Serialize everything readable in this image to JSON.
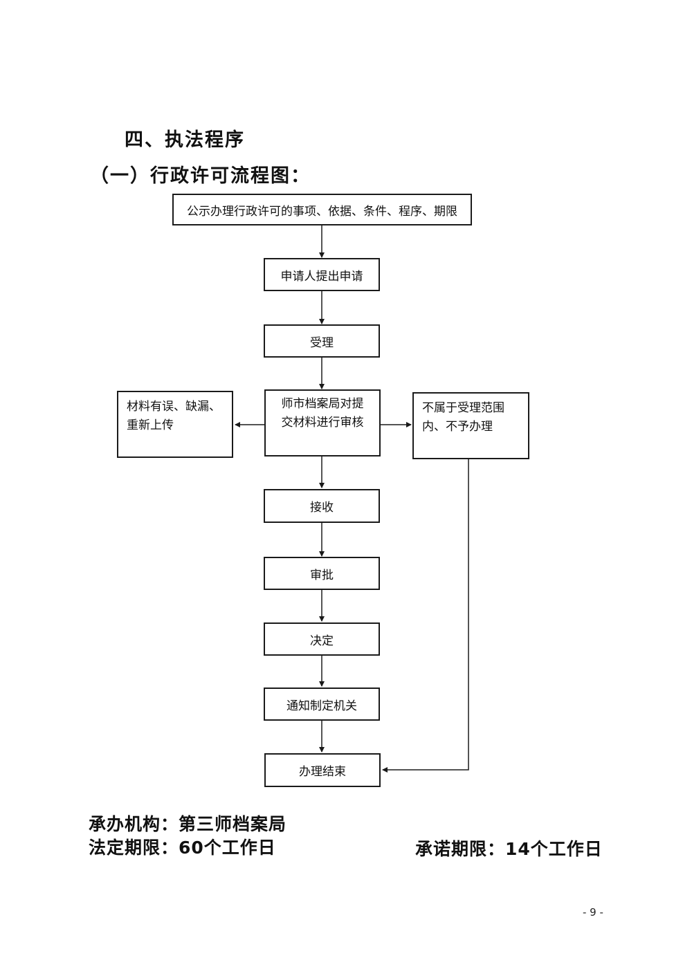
{
  "headings": {
    "section": "四、执法程序",
    "subsection": "（一）行政许可流程图："
  },
  "flowchart": {
    "top": "公示办理行政许可的事项、依据、条件、程序、期限",
    "apply": "申请人提出申请",
    "accept": "受理",
    "review_line1": "师市档案局对提",
    "review_line2": "交材料进行审核",
    "error_line1": "材料有误、缺漏、",
    "error_line2": "重新上传",
    "reject_line1": "不属于受理范围",
    "reject_line2": "内、不予办理",
    "receive": "接收",
    "approve": "审批",
    "decide": "决定",
    "notify": "通知制定机关",
    "end": "办理结束"
  },
  "footer": {
    "org_label": "承办机构：",
    "org_value": "第三师档案局",
    "legal_label": "法定期限：",
    "legal_value": "60个工作日",
    "promise_label": "承诺期限：",
    "promise_value": "14个工作日"
  },
  "page_number": "- 9 -"
}
